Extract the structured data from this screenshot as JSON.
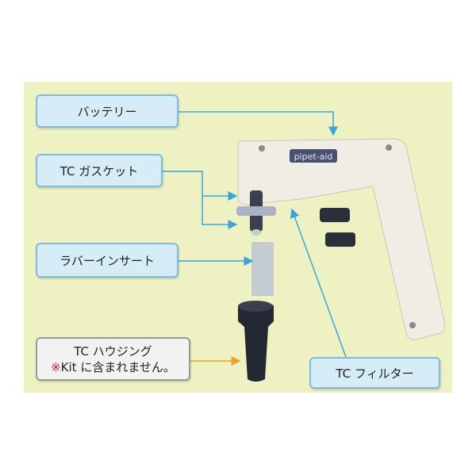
{
  "labels": {
    "battery": "バッテリー",
    "gasket": "TC ガスケット",
    "rubber_insert": "ラバーインサート",
    "housing": "TC ハウジング",
    "housing_note_mark": "※",
    "housing_note": "Kit に含まれません。",
    "filter": "TC フィルター"
  },
  "device_logo": "pipet-aid",
  "colors": {
    "background": "#eef2c2",
    "label_fill": "#d6ecf6",
    "label_border": "#7bbde0",
    "leader_blue": "#3aa4dc",
    "leader_orange": "#f0a020"
  }
}
